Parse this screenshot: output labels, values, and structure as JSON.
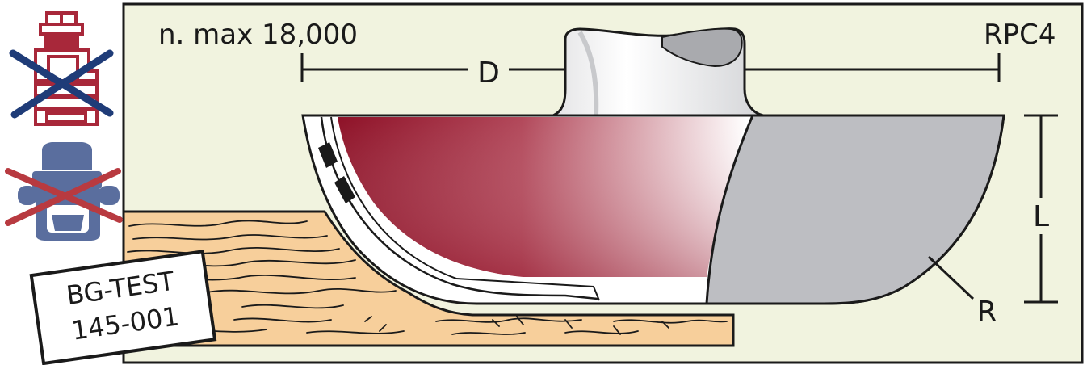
{
  "labels": {
    "speed": "n. max 18,000",
    "model": "RPC4",
    "diameter": "D",
    "length": "L",
    "radius": "R"
  },
  "test_tag": {
    "line1": "BG-TEST",
    "line2": "145-001"
  },
  "icons": {
    "top": "no-drill-press-icon",
    "bottom": "no-hand-router-icon"
  },
  "colors": {
    "panel_bg": "#f1f3df",
    "wood": "#f7cf9b",
    "grain": "#1a1a1a",
    "cutter_red": "#9b1b33",
    "blade_gray": "#bdbec2",
    "icon_red": "#a8283a",
    "icon_blue": "#5a6e9e",
    "cross_blue": "#1f3c78",
    "cross_red": "#b83a40"
  }
}
